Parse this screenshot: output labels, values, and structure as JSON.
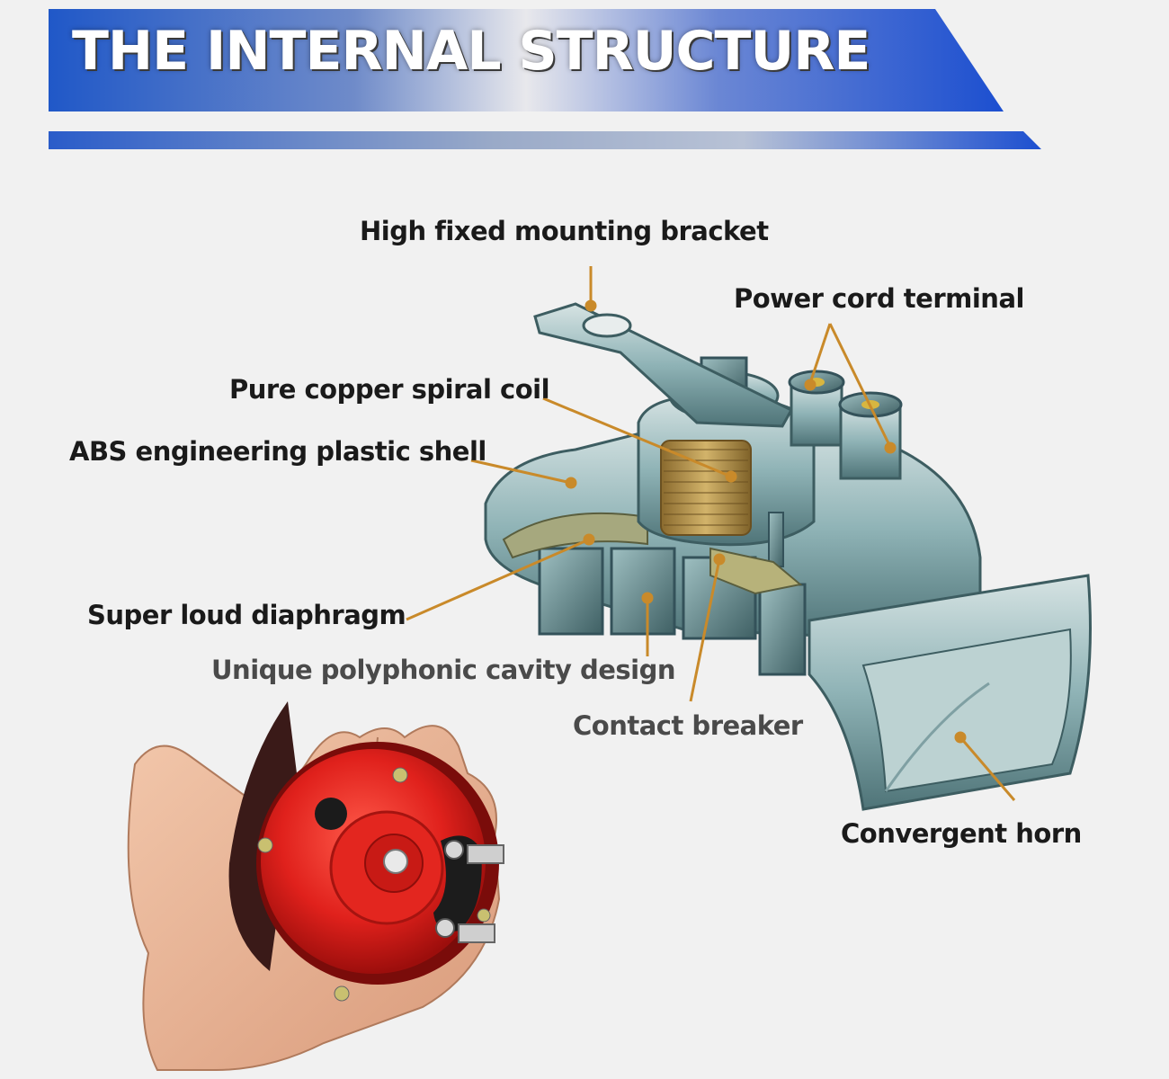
{
  "banner": {
    "title": "THE INTERNAL STRUCTURE"
  },
  "labels": {
    "mounting_bracket": "High fixed mounting bracket",
    "power_cord_terminal": "Power cord terminal",
    "copper_coil": "Pure copper spiral coil",
    "plastic_shell": "ABS engineering plastic shell",
    "diaphragm": "Super loud diaphragm",
    "cavity_design": "Unique polyphonic cavity design",
    "contact_breaker": "Contact breaker",
    "convergent_horn": "Convergent horn"
  },
  "colors": {
    "banner_blue": "#1f55c8",
    "leader_orange": "#c98a2a",
    "horn_steel": "#8fb3b6",
    "coil_copper": "#b8954f",
    "product_red": "#d92020"
  },
  "icons": {
    "product": "snail-horn-in-hand",
    "cutaway": "horn-cutaway-illustration"
  }
}
